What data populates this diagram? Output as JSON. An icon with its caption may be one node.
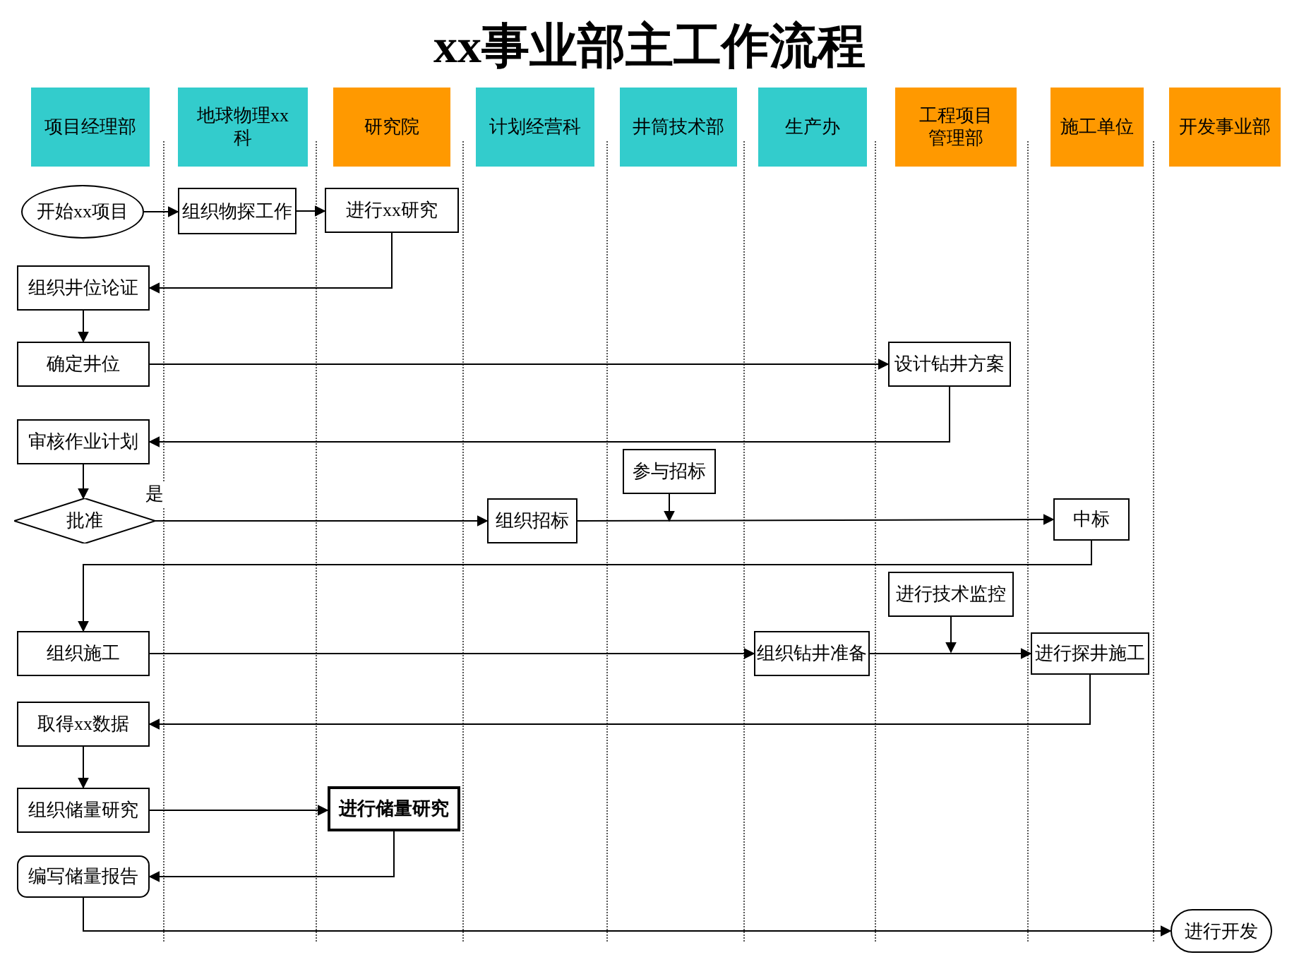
{
  "diagram": {
    "title": "xx事业部主工作流程",
    "nodes": [
      {
        "text": [
          "项目经理部"
        ]
      },
      {
        "text": [
          "地球物理xx科"
        ]
      },
      {
        "text": [
          "研究院"
        ]
      },
      {
        "text": [
          "计划经营科"
        ]
      },
      {
        "text": [
          "井筒技术部"
        ]
      },
      {
        "text": [
          "生产办"
        ]
      },
      {
        "text": [
          "工程项目管理部"
        ]
      },
      {
        "text": [
          "施工单位"
        ]
      },
      {
        "text": [
          "开发事业部"
        ]
      },
      {
        "text": [
          "开始xx项目"
        ]
      },
      {
        "text": [
          "组织物探工作"
        ]
      },
      {
        "text": [
          "进行xx研究"
        ]
      },
      {
        "text": [
          "组织井位论证"
        ]
      },
      {
        "text": [
          "确定井位"
        ]
      },
      {
        "text": [
          "设计钻井方案"
        ]
      },
      {
        "text": [
          "审核作业计划"
        ]
      },
      {
        "text": [
          "批准"
        ]
      },
      {
        "text": [
          "组织招标"
        ]
      },
      {
        "text": [
          "参与招标"
        ]
      },
      {
        "text": [
          "中标"
        ]
      },
      {
        "text": [
          "组织施工"
        ]
      },
      {
        "text": [
          "组织钻井准备"
        ]
      },
      {
        "text": [
          "进行技术监控"
        ]
      },
      {
        "text": [
          "进行探井施工"
        ]
      },
      {
        "text": [
          "取得xx数据"
        ]
      },
      {
        "text": [
          "组织储量研究"
        ]
      },
      {
        "text": [
          "进行储量研究"
        ]
      },
      {
        "text": [
          "编写储量报告"
        ]
      },
      {
        "text": [
          "进行开发"
        ]
      }
    ],
    "edges": [
      {
        "from": 9,
        "to": 10,
        "arrow": "to"
      },
      {
        "from": 10,
        "to": 11,
        "arrow": "to"
      },
      {
        "from": 11,
        "to": 12,
        "arrow": "to"
      },
      {
        "from": 12,
        "to": 13,
        "arrow": "to"
      },
      {
        "from": 13,
        "to": 14,
        "arrow": "to"
      },
      {
        "from": 14,
        "to": 15,
        "arrow": "to"
      },
      {
        "from": 15,
        "to": 16,
        "arrow": "to"
      },
      {
        "from": 16,
        "to": 17,
        "arrow": "to",
        "label": "是"
      },
      {
        "from": 17,
        "to": 19,
        "arrow": "to"
      },
      {
        "from": 18,
        "to": null,
        "arrow": "to"
      },
      {
        "from": 19,
        "to": 20,
        "arrow": "to"
      },
      {
        "from": 20,
        "to": 21,
        "arrow": "to"
      },
      {
        "from": 21,
        "to": 23,
        "arrow": "to"
      },
      {
        "from": 22,
        "to": null,
        "arrow": "to"
      },
      {
        "from": 23,
        "to": 24,
        "arrow": "to"
      },
      {
        "from": 24,
        "to": 25,
        "arrow": "to"
      },
      {
        "from": 25,
        "to": 26,
        "arrow": "to"
      },
      {
        "from": 26,
        "to": 27,
        "arrow": "to"
      },
      {
        "from": 27,
        "to": 28,
        "arrow": "to"
      }
    ]
  }
}
